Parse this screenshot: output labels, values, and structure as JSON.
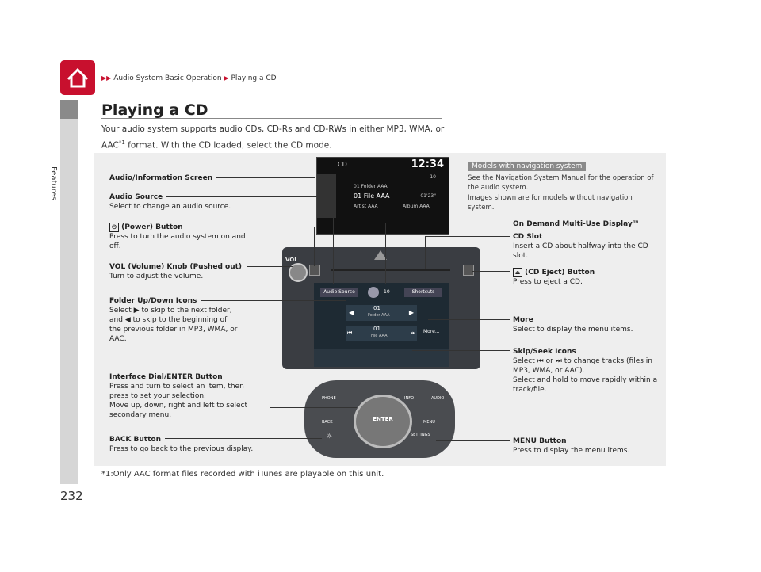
{
  "header": {
    "breadcrumb_1": "Audio System Basic Operation",
    "breadcrumb_2": "Playing a CD",
    "arrow": "▶▶",
    "arrow2": "▶"
  },
  "sidebar": {
    "label": "Features"
  },
  "page_number": "232",
  "title": "Playing a CD",
  "intro_1": "Your audio system supports audio CDs, CD-Rs and CD-RWs in either MP3, WMA, or",
  "intro_2a": "AAC",
  "intro_2_sup": "*1",
  "intro_2b": " format. With the CD loaded, select the CD mode.",
  "nav": {
    "tag": "Models with navigation system",
    "text": "See the Navigation System Manual for the operation of the audio system.",
    "text2": "Images shown are for models without navigation system."
  },
  "screen": {
    "source": "CD",
    "clock": "12:34",
    "volume": "10",
    "folder": "01 Folder AAA",
    "file": "01 File AAA",
    "time": "01'23\"",
    "artist": "Artist AAA",
    "album": "Album AAA"
  },
  "touch": {
    "audio_source": "Audio Source",
    "vol": "10",
    "shortcuts": "Shortcuts",
    "folder_num": "01",
    "folder_name": "Folder AAA",
    "file_num": "01",
    "file_name": "File AAA",
    "more": "More..."
  },
  "unit": {
    "vol": "VOL"
  },
  "dial": {
    "phone": "PHONE",
    "info": "INFO",
    "audio": "AUDIO",
    "back": "BACK",
    "enter": "ENTER",
    "menu": "MENU",
    "settings": "SETTINGS"
  },
  "labels": {
    "audio_info_screen": "Audio/Information Screen",
    "audio_source_title": "Audio Source",
    "audio_source_desc": "Select to change an audio source.",
    "power_title": "(Power) Button",
    "power_desc": "Press to turn the audio system on and off.",
    "vol_title": "VOL (Volume) Knob (Pushed out)",
    "vol_desc": "Turn to adjust the volume.",
    "folder_title": "Folder Up/Down Icons",
    "folder_desc_1": "Select",
    "folder_desc_2": "to skip to the next folder,",
    "folder_desc_3": "and",
    "folder_desc_4": "to skip to the beginning of",
    "folder_desc_5": "the previous folder in MP3, WMA, or AAC.",
    "interface_title": "Interface Dial/ENTER Button",
    "interface_desc_1": "Press and turn to select an item, then press to set your selection.",
    "interface_desc_2": "Move up, down, right and left to select secondary menu.",
    "back_title": "BACK Button",
    "back_desc": "Press to go back to the previous display.",
    "odmd_title": "On Demand Multi-Use Display™",
    "cdslot_title": "CD Slot",
    "cdslot_desc": "Insert a CD about halfway into the CD slot.",
    "eject_title": "(CD Eject) Button",
    "eject_desc": "Press to eject a CD.",
    "more_title": "More",
    "more_desc": "Select to display the menu items.",
    "skip_title": "Skip/Seek Icons",
    "skip_desc_1": "Select",
    "skip_desc_2": "or",
    "skip_desc_3": "to change tracks (files in MP3, WMA, or AAC).",
    "skip_desc_4": "Select and hold to move rapidly within a track/file.",
    "menu_title": "MENU Button",
    "menu_desc": "Press to display the menu items."
  },
  "footnote": "*1:Only AAC format files recorded with iTunes are playable on this unit.",
  "colors": {
    "accent": "#c8102e",
    "panel": "#eeeeee",
    "sidebar": "#d6d6d6"
  }
}
